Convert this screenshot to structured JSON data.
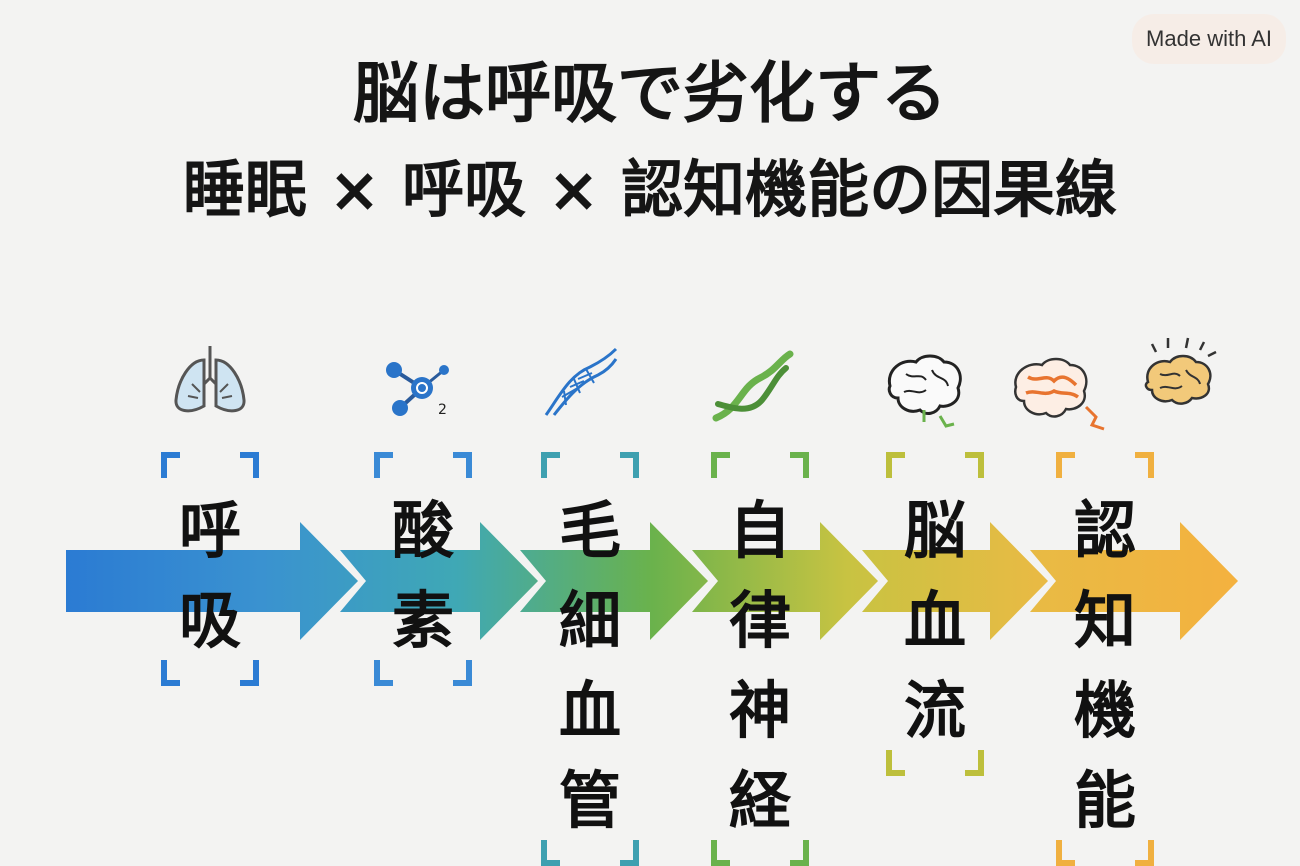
{
  "badge": "Made with AI",
  "title": {
    "line1": "脳は呼吸で劣化する",
    "line2": "睡眠 × 呼吸 × 認知機能の因果線"
  },
  "arrow": {
    "colors": [
      "#2b7bd3",
      "#3a92d0",
      "#3fa8b5",
      "#6ab24c",
      "#c8c342",
      "#e9ba44",
      "#f4b13f"
    ]
  },
  "stages": [
    {
      "label": "呼吸",
      "icon": "lungs-icon",
      "bracket_color": "#2b7bd3"
    },
    {
      "label": "酸素",
      "icon": "oxygen-molecule-icon",
      "bracket_color": "#3a8ad6"
    },
    {
      "label": "毛細血管",
      "icon": "capillary-icon",
      "bracket_color": "#3ea0b0"
    },
    {
      "label": "自律神経",
      "icon": "nerve-strand-icon",
      "bracket_color": "#6ab24c"
    },
    {
      "label": "脳血流",
      "icon": "brain-outline-icon",
      "bracket_color": "#bdbf3c"
    },
    {
      "label": "認知機能",
      "icon": "brain-orange-icon",
      "bracket_color": "#f0b040"
    }
  ]
}
